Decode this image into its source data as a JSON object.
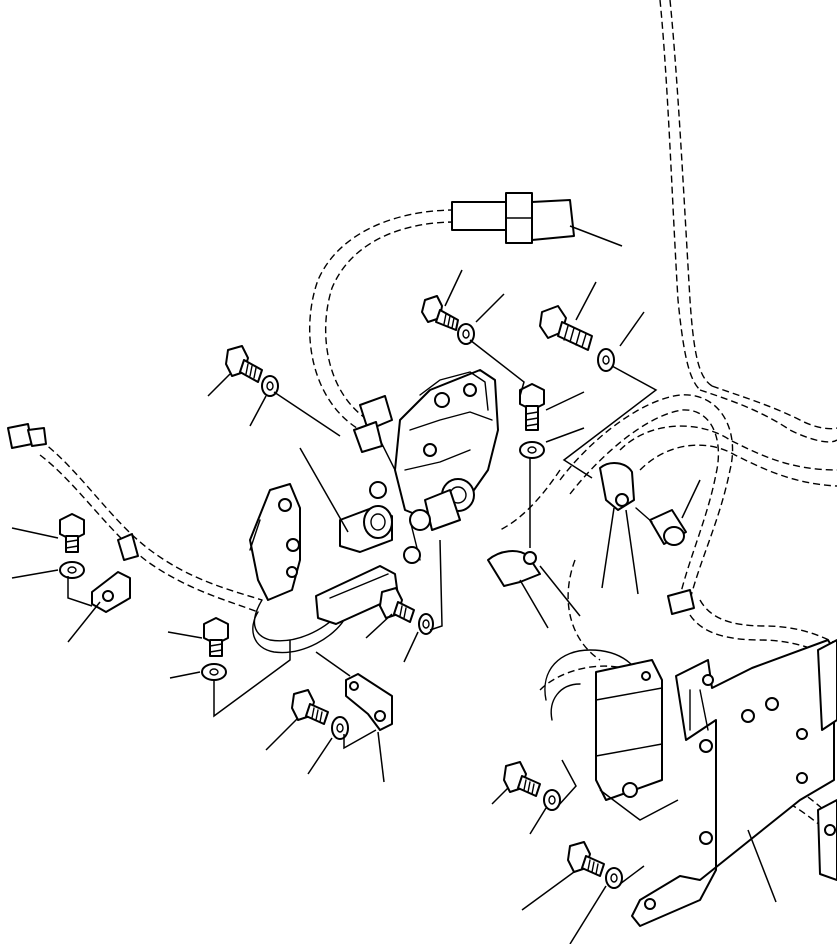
{
  "diagram": {
    "parts": [
      "connector",
      "bolt",
      "washer",
      "bracket",
      "valve-assembly",
      "clamp",
      "spacer",
      "harness",
      "controller",
      "mounting-plate"
    ]
  }
}
